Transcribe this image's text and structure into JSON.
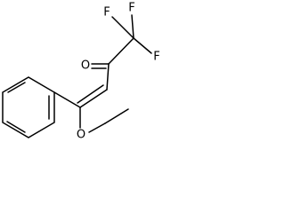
{
  "molecule": {
    "atoms": {
      "fluorine_1": "F",
      "fluorine_2": "F",
      "fluorine_3": "F",
      "carbonyl_oxygen": "O",
      "ether_oxygen": "O"
    }
  },
  "colors": {
    "bond": "#000000",
    "label": "#000000",
    "background": "#ffffff"
  }
}
